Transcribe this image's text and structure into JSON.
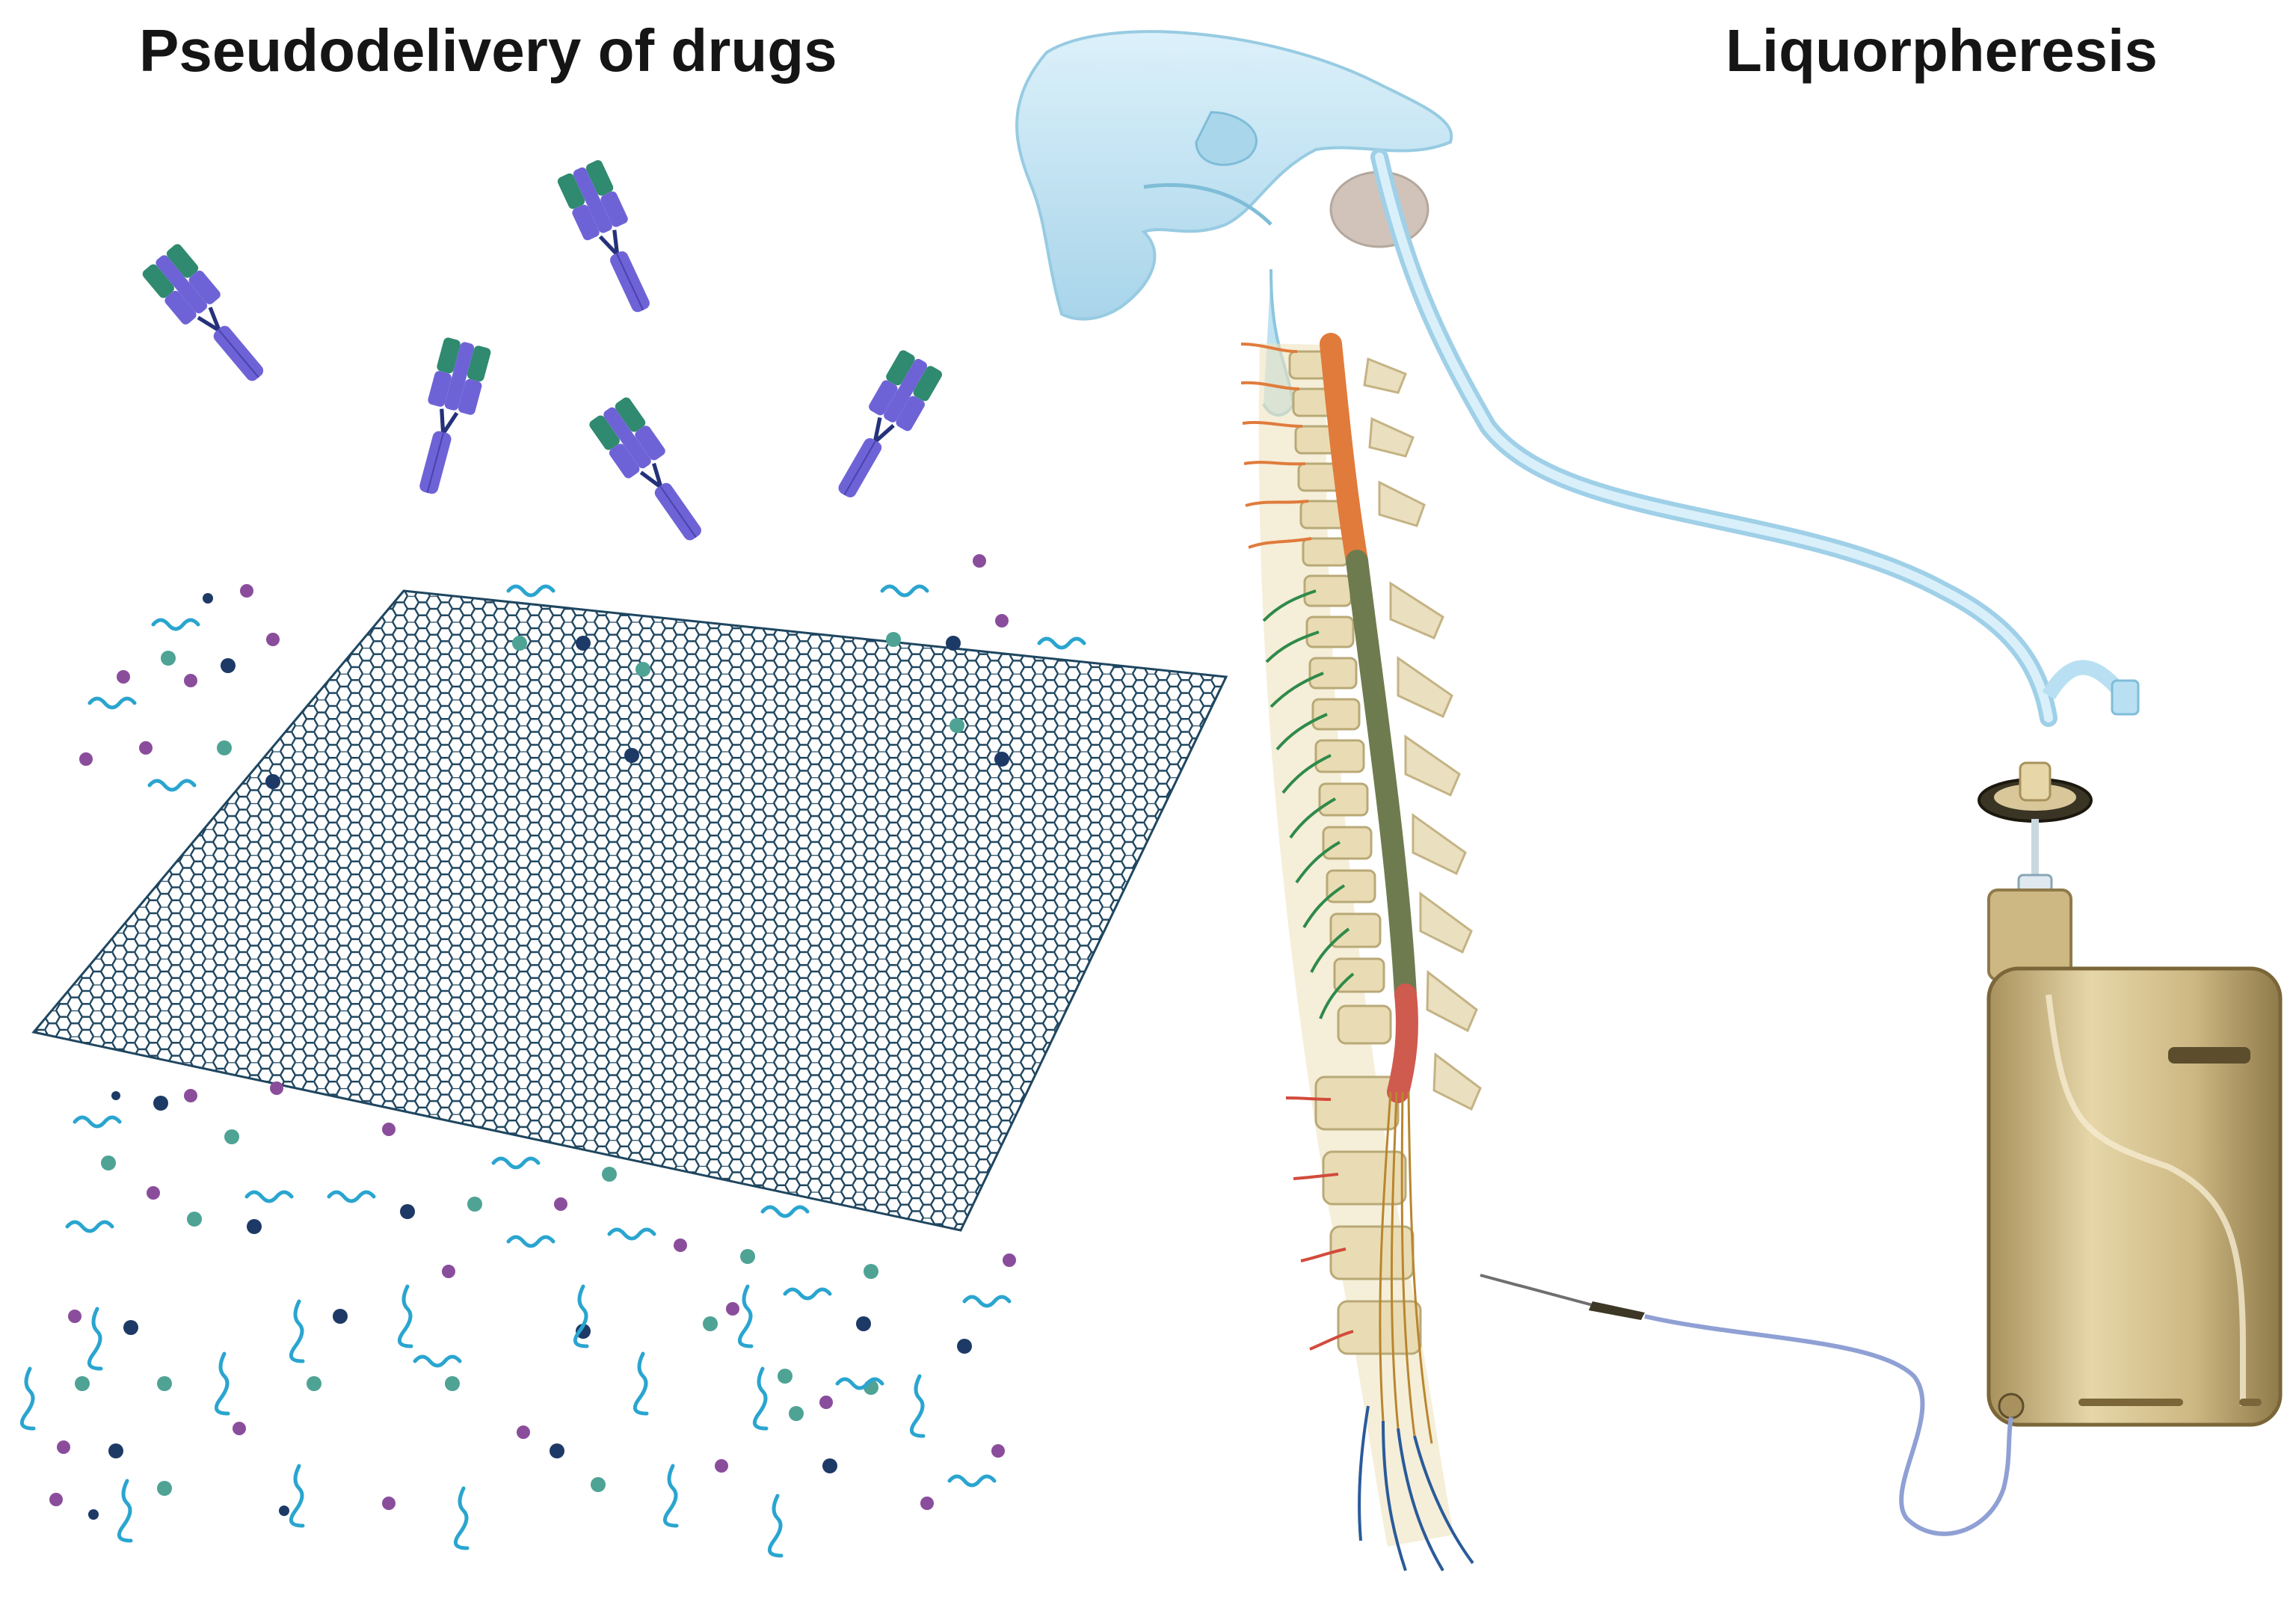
{
  "titles": {
    "left": "Pseudodelivery of drugs",
    "right": "Liquorpheresis"
  },
  "colors": {
    "antibody_purple": "#6e63d6",
    "antibody_green": "#2f8a6f",
    "antibody_hinge": "#25327a",
    "mesh": "#1f4660",
    "cyan_fiber": "#2aa5cf",
    "particle_purple": "#8a4d9c",
    "particle_teal": "#4ea394",
    "particle_navy": "#1d3a66",
    "brain": "#bfe3f2",
    "cord_cervical": "#e07b3c",
    "cord_thoracic": "#6e7b4f",
    "cord_lumbar": "#cf5a4e",
    "vertebra": "#e9dcb4",
    "catheter": "#cfe7f5",
    "device": "#cbb987"
  },
  "icons": [
    "antibody-icon",
    "graphene-mesh",
    "brain-ventricles",
    "spinal-column",
    "intraventricular-catheter",
    "filter-disc",
    "liquorpheresis-pump",
    "lumbar-needle"
  ]
}
